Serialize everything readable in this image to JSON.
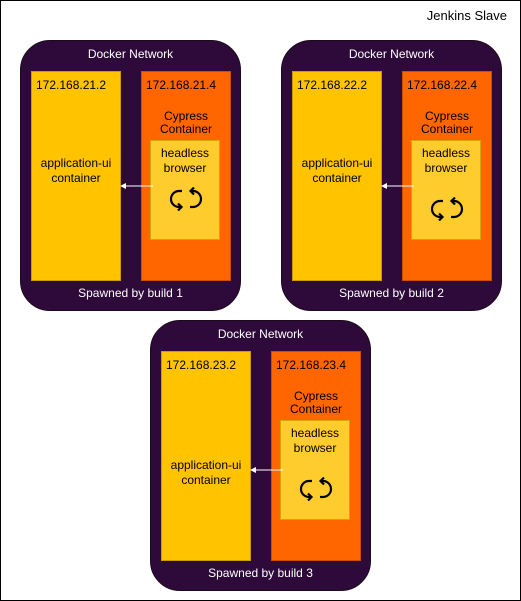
{
  "frame": {
    "title": "Jenkins Slave"
  },
  "networks": [
    {
      "title": "Docker Network",
      "app": {
        "ip": "172.168.21.2",
        "label_line1": "application-ui",
        "label_line2": "container"
      },
      "cypress": {
        "ip": "172.168.21.4",
        "label_line1": "Cypress",
        "label_line2": "Container"
      },
      "browser": {
        "label_line1": "headless",
        "label_line2": "browser",
        "icon": "loop-icon"
      },
      "footer": "Spawned by build 1"
    },
    {
      "title": "Docker Network",
      "app": {
        "ip": "172.168.22.2",
        "label_line1": "application-ui",
        "label_line2": "container"
      },
      "cypress": {
        "ip": "172.168.22.4",
        "label_line1": "Cypress",
        "label_line2": "Container"
      },
      "browser": {
        "label_line1": "headless",
        "label_line2": "browser",
        "icon": "loop-icon"
      },
      "footer": "Spawned by build 2"
    },
    {
      "title": "Docker Network",
      "app": {
        "ip": "172.168.23.2",
        "label_line1": "application-ui",
        "label_line2": "container"
      },
      "cypress": {
        "ip": "172.168.23.4",
        "label_line1": "Cypress",
        "label_line2": "Container"
      },
      "browser": {
        "label_line1": "headless",
        "label_line2": "browser",
        "icon": "loop-icon"
      },
      "footer": "Spawned by build 3"
    }
  ],
  "colors": {
    "network_bg": "#2e0a3a",
    "app_container": "#ffc300",
    "cypress_container": "#ff6600",
    "browser": "#ffcc2e"
  }
}
